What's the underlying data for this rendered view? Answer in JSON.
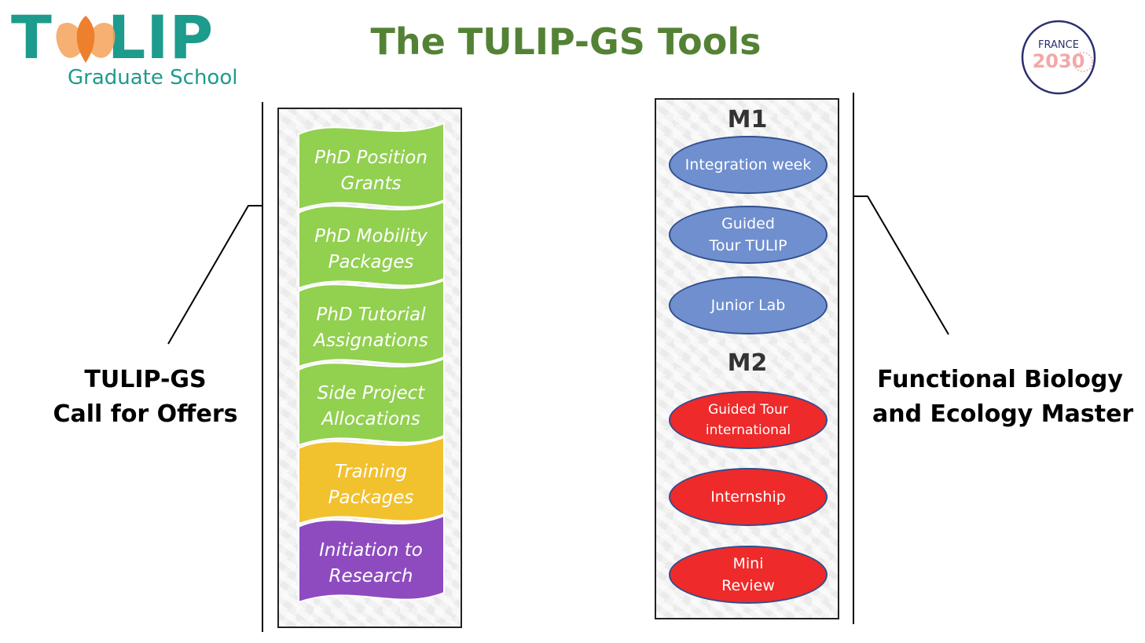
{
  "logo": {
    "title_left": "T",
    "title_right": "LIP",
    "subtitle": "Graduate School",
    "brand_color": "#1d9b8c",
    "flower_colors": [
      "#f4a259",
      "#ee7f2d"
    ]
  },
  "title": "The TULIP-GS Tools",
  "badge": {
    "line1": "FRANCE",
    "line2": "2030"
  },
  "left_label": {
    "line1": "TULIP-GS",
    "line2": "Call for Offers"
  },
  "right_label": {
    "line1": "Functional Biology",
    "line2": "and Ecology Master"
  },
  "left_panel": {
    "flags": [
      {
        "line1": "PhD Position",
        "line2": "Grants",
        "color": "#92d050"
      },
      {
        "line1": "PhD Mobility",
        "line2": "Packages",
        "color": "#92d050"
      },
      {
        "line1": "PhD Tutorial",
        "line2": "Assignations",
        "color": "#92d050"
      },
      {
        "line1": "Side Project",
        "line2": "Allocations",
        "color": "#92d050"
      },
      {
        "line1": "Training",
        "line2": "Packages",
        "color": "#f2c12e"
      },
      {
        "line1": "Initiation to",
        "line2": "Research",
        "color": "#8e4bbf"
      }
    ]
  },
  "right_panel": {
    "m1": {
      "heading": "M1",
      "items": [
        {
          "line1": "Integration week",
          "line2": ""
        },
        {
          "line1": "Guided",
          "line2": "Tour TULIP"
        },
        {
          "line1": "Junior Lab",
          "line2": ""
        }
      ]
    },
    "m2": {
      "heading": "M2",
      "items": [
        {
          "line1": "Guided Tour",
          "line2": "international"
        },
        {
          "line1": "Internship",
          "line2": ""
        },
        {
          "line1": "Mini",
          "line2": "Review"
        }
      ]
    }
  }
}
